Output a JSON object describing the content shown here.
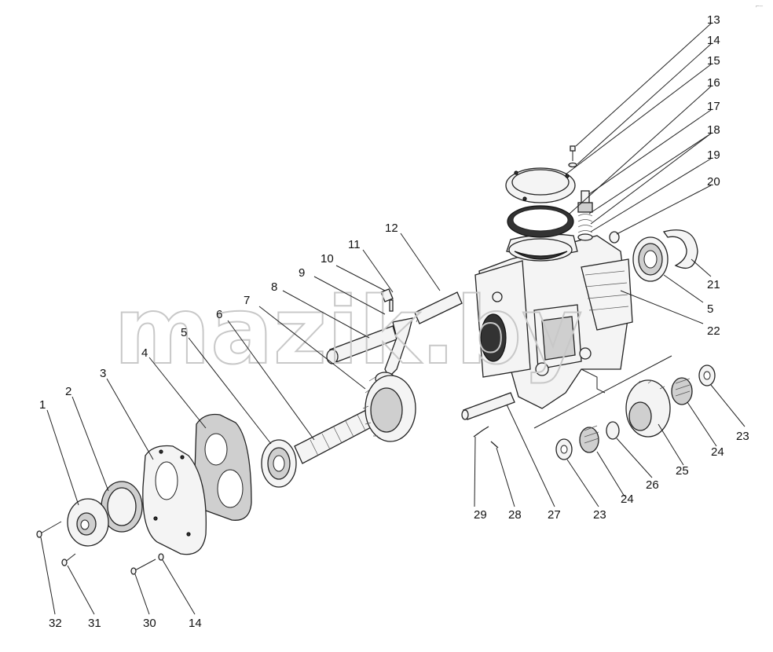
{
  "watermark": "mazik.by",
  "callouts": [
    "13",
    "14",
    "15",
    "16",
    "17",
    "18",
    "19",
    "20",
    "21",
    "5",
    "22",
    "12",
    "11",
    "10",
    "9",
    "8",
    "7",
    "6",
    "5",
    "4",
    "3",
    "2",
    "1",
    "23",
    "24",
    "25",
    "26",
    "24",
    "23",
    "27",
    "28",
    "29",
    "32",
    "31",
    "30",
    "14"
  ],
  "colors": {
    "ink": "#222222",
    "watermark": "#c8c8c8",
    "background": "#ffffff"
  }
}
